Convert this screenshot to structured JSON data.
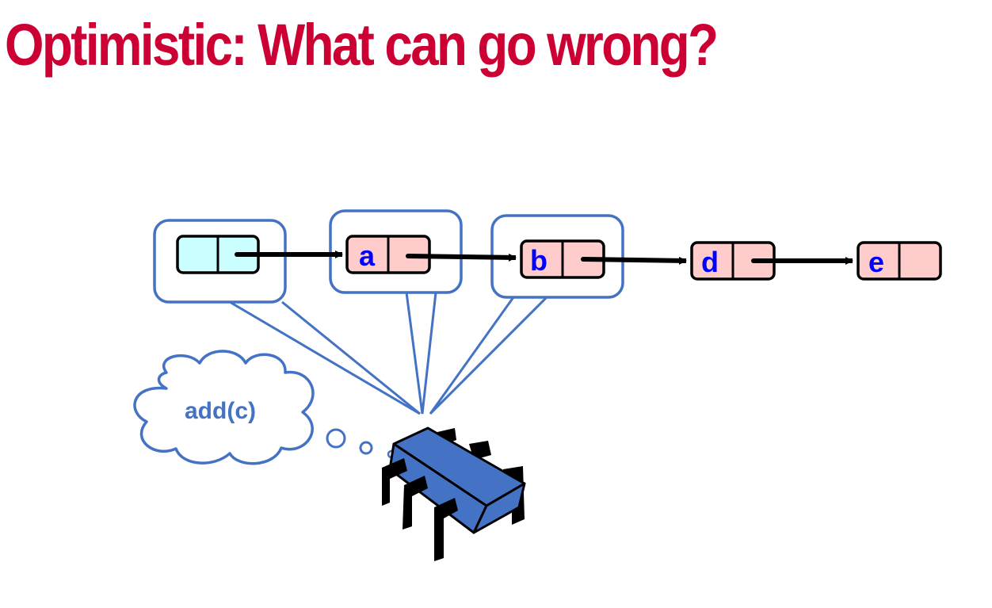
{
  "title": "Optimistic: What can go wrong?",
  "thought": "add(c)",
  "nodes": [
    {
      "id": "head",
      "label": "",
      "fill": "#ccffff"
    },
    {
      "id": "a",
      "label": "a",
      "fill": "#ffcccc"
    },
    {
      "id": "b",
      "label": "b",
      "fill": "#ffcccc"
    },
    {
      "id": "d",
      "label": "d",
      "fill": "#ffcccc"
    },
    {
      "id": "e",
      "label": "e",
      "fill": "#ffcccc"
    }
  ],
  "colors": {
    "title": "#cc0033",
    "callout": "#4472c4",
    "label": "#0000ff",
    "thread_body": "#4472c4",
    "arrow": "#000000"
  },
  "icons": {
    "thread": "processor-chip-icon",
    "thought": "thought-cloud-icon"
  }
}
